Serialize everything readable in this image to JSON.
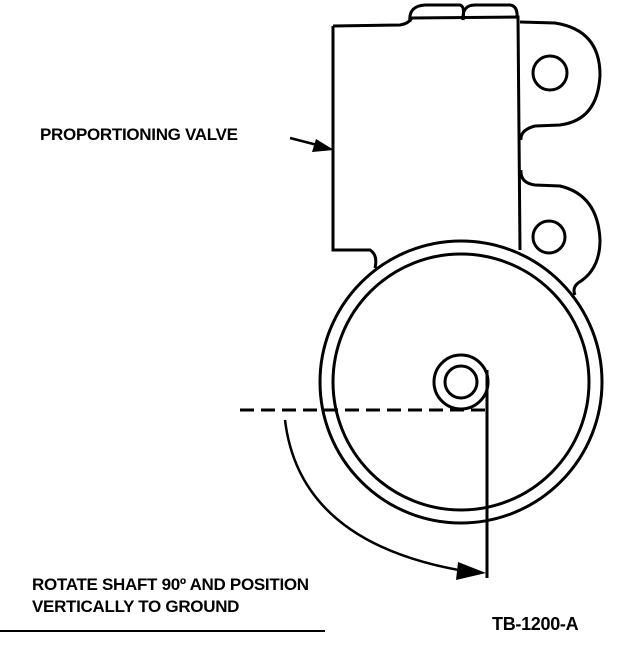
{
  "labels": {
    "part": "PROPORTIONING VALVE",
    "instruction_line1": "ROTATE SHAFT 90º AND POSITION",
    "instruction_line2": "VERTICALLY TO GROUND",
    "figure_id": "TB-1200-A"
  },
  "colors": {
    "ink": "#000000",
    "background": "#ffffff"
  }
}
